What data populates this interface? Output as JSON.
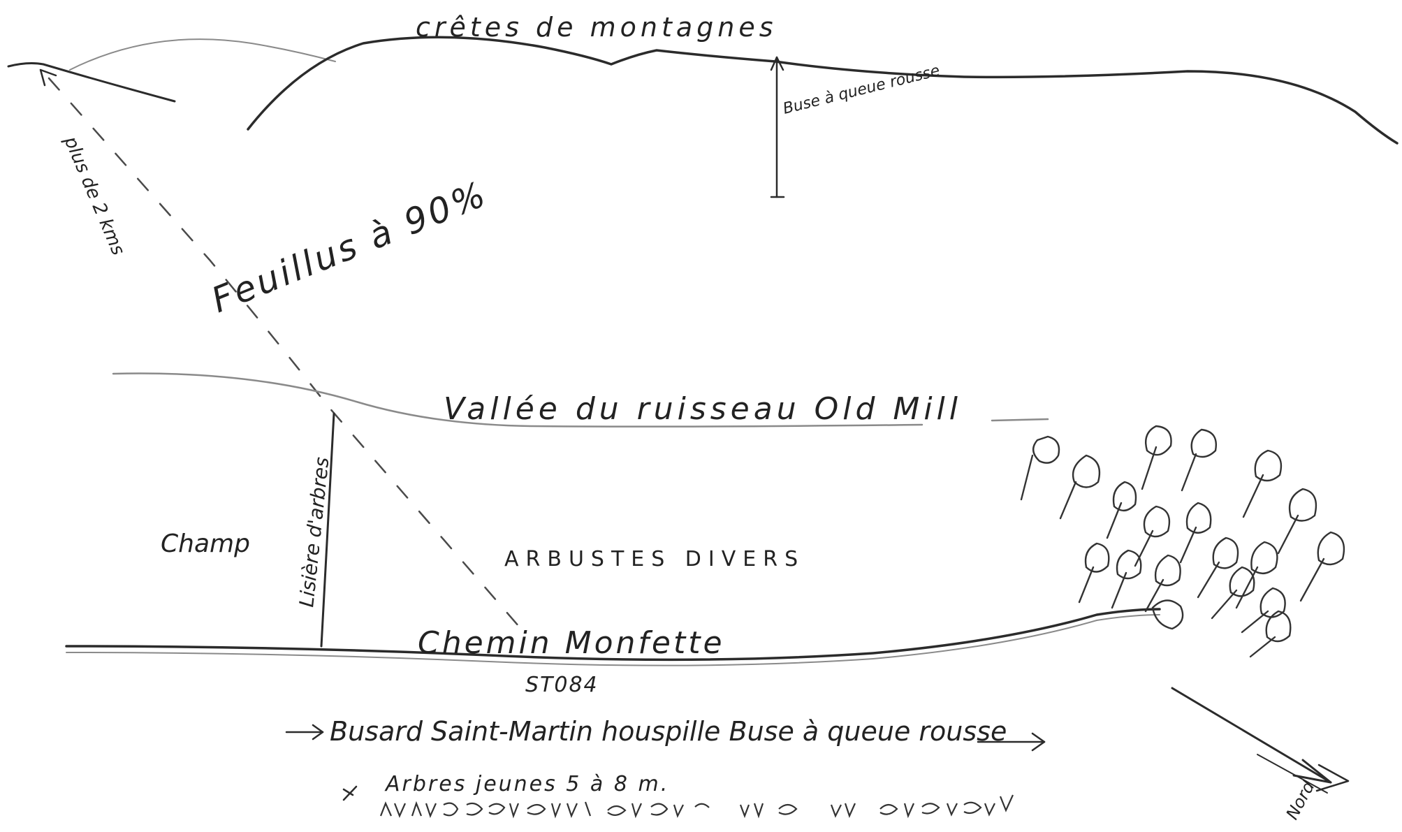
{
  "labels": {
    "cretes": "crêtes de montagnes",
    "buse": "Buse à queue rousse",
    "distance": "plus de 2 kms",
    "feuillus": "Feuillus à 90%",
    "vallee": "Vallée du ruisseau Old Mill",
    "champ": "Champ",
    "lisiere": "Lisière d'arbres",
    "arbustes": "ARBUSTES DIVERS",
    "chemin": "Chemin Monfette",
    "station": "ST084",
    "busard": "Busard Saint-Martin houspille Buse à queue rousse",
    "arbres_jeunes": "Arbres jeunes 5 à 8 m.",
    "north": "Nord"
  },
  "colors": {
    "ink": "#2b2b2b",
    "pencil": "#8a8a8a",
    "paper": "#ffffff"
  }
}
